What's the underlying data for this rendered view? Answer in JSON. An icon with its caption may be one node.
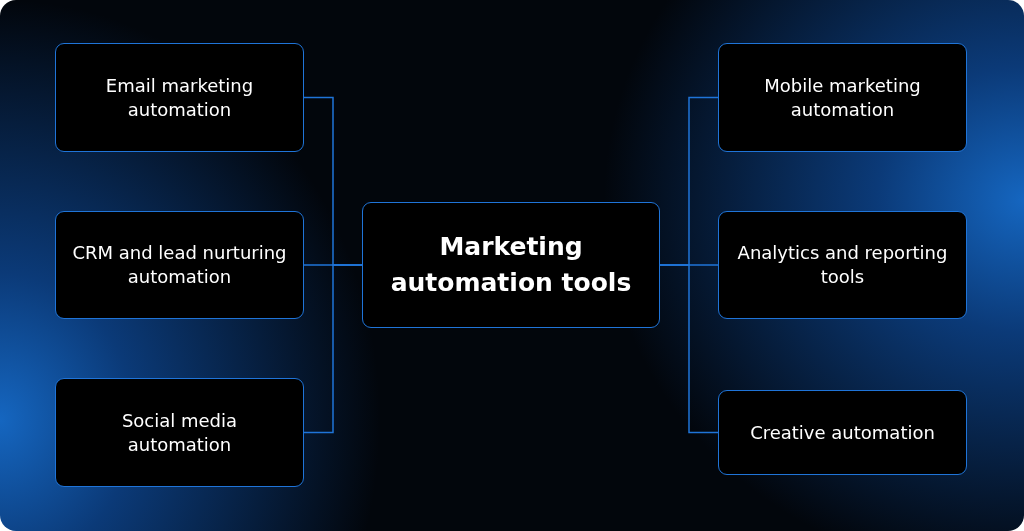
{
  "diagram": {
    "nodes": [
      {
        "text": [
          "Marketing automation tools"
        ]
      },
      {
        "text": [
          "Email marketing automation"
        ]
      },
      {
        "text": [
          "CRM and lead nurturing automation"
        ]
      },
      {
        "text": [
          "Social media automation"
        ]
      },
      {
        "text": [
          "Mobile marketing automation"
        ]
      },
      {
        "text": [
          "Analytics and reporting tools"
        ]
      },
      {
        "text": [
          "Creative automation"
        ]
      }
    ],
    "edges": [
      {
        "from": 0,
        "to": 1,
        "arrow": "none"
      },
      {
        "from": 0,
        "to": 2,
        "arrow": "none"
      },
      {
        "from": 0,
        "to": 3,
        "arrow": "none"
      },
      {
        "from": 0,
        "to": 4,
        "arrow": "none"
      },
      {
        "from": 0,
        "to": 5,
        "arrow": "none"
      },
      {
        "from": 0,
        "to": 6,
        "arrow": "none"
      }
    ]
  }
}
